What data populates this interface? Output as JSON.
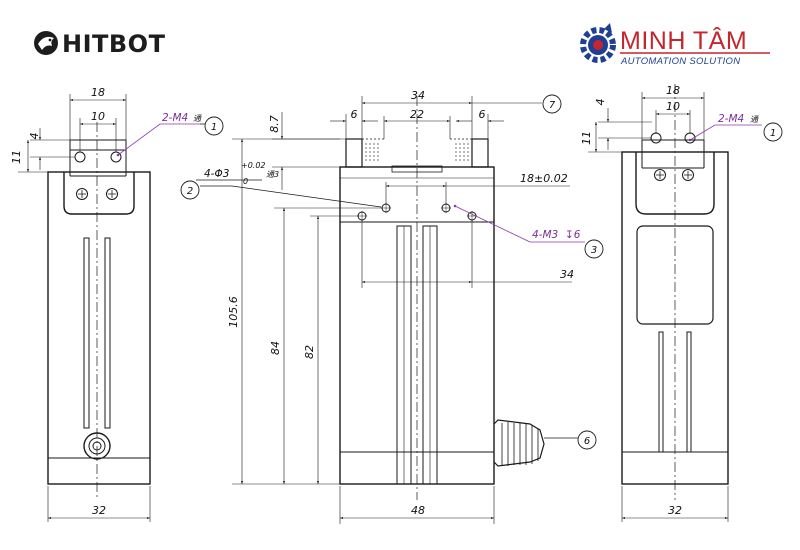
{
  "brand_left": {
    "name": "HITBOT"
  },
  "brand_right": {
    "name": "MINH TÂM",
    "tagline": "AUTOMATION SOLUTION"
  },
  "colors": {
    "line": "#1a1a1a",
    "callout": "#8a3aa8",
    "hitbot": "#1d1d1d",
    "minhtam_red": "#c4262e",
    "minhtam_blue": "#1f3f93"
  },
  "left_view": {
    "dims": {
      "top_width": "18",
      "inner_width": "10",
      "height_4": "4",
      "height_11": "11",
      "bottom_width": "32"
    },
    "callout": {
      "label": "2-M4",
      "suffix": "通",
      "number": "1"
    }
  },
  "center_view": {
    "dims": {
      "overall_top": "34",
      "left_6": "6",
      "inner_22": "22",
      "right_6": "6",
      "height_8_7": "8.7",
      "pitch_18": "18±0.02",
      "pitch_34": "34",
      "height_105_6": "105.6",
      "height_84": "84",
      "height_82": "82",
      "bottom_width": "48"
    },
    "hole_note": {
      "label": "4-Φ3",
      "tol_upper": "+0.02",
      "tol_lower": "0",
      "depth": "通3"
    },
    "callouts": [
      {
        "label": "",
        "number": "2"
      },
      {
        "label": "4-M3",
        "suffix": "↧6",
        "number": "3"
      },
      {
        "label": "",
        "number": "6"
      },
      {
        "label": "",
        "number": "7"
      }
    ]
  },
  "right_view": {
    "dims": {
      "top_width": "18",
      "inner_width": "10",
      "height_4": "4",
      "height_11": "11",
      "bottom_width": "32"
    },
    "callout": {
      "label": "2-M4",
      "suffix": "通",
      "number": "1"
    }
  }
}
